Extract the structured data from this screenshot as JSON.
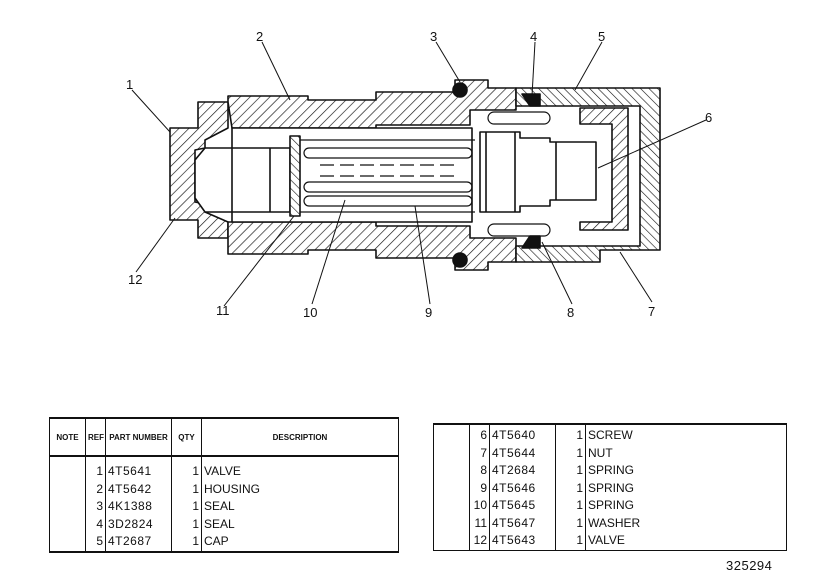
{
  "diagram": {
    "callouts": [
      "1",
      "2",
      "3",
      "4",
      "5",
      "6",
      "7",
      "8",
      "9",
      "10",
      "11",
      "12"
    ]
  },
  "parts_table": {
    "headers": {
      "note": "NOTE",
      "ref_no": "REF NO",
      "part_number": "PART NUMBER",
      "qty": "QTY",
      "description": "DESCRIPTION"
    },
    "rows_left": [
      {
        "ref": "1",
        "part": "4T5641",
        "qty": "1",
        "desc": "VALVE"
      },
      {
        "ref": "2",
        "part": "4T5642",
        "qty": "1",
        "desc": "HOUSING"
      },
      {
        "ref": "3",
        "part": "4K1388",
        "qty": "1",
        "desc": "SEAL"
      },
      {
        "ref": "4",
        "part": "3D2824",
        "qty": "1",
        "desc": "SEAL"
      },
      {
        "ref": "5",
        "part": "4T2687",
        "qty": "1",
        "desc": "CAP"
      }
    ],
    "rows_right": [
      {
        "ref": "6",
        "part": "4T5640",
        "qty": "1",
        "desc": "SCREW"
      },
      {
        "ref": "7",
        "part": "4T5644",
        "qty": "1",
        "desc": "NUT"
      },
      {
        "ref": "8",
        "part": "4T2684",
        "qty": "1",
        "desc": "SPRING"
      },
      {
        "ref": "9",
        "part": "4T5646",
        "qty": "1",
        "desc": "SPRING"
      },
      {
        "ref": "10",
        "part": "4T5645",
        "qty": "1",
        "desc": "SPRING"
      },
      {
        "ref": "11",
        "part": "4T5647",
        "qty": "1",
        "desc": "WASHER"
      },
      {
        "ref": "12",
        "part": "4T5643",
        "qty": "1",
        "desc": "VALVE"
      }
    ]
  },
  "document_number": "325294"
}
